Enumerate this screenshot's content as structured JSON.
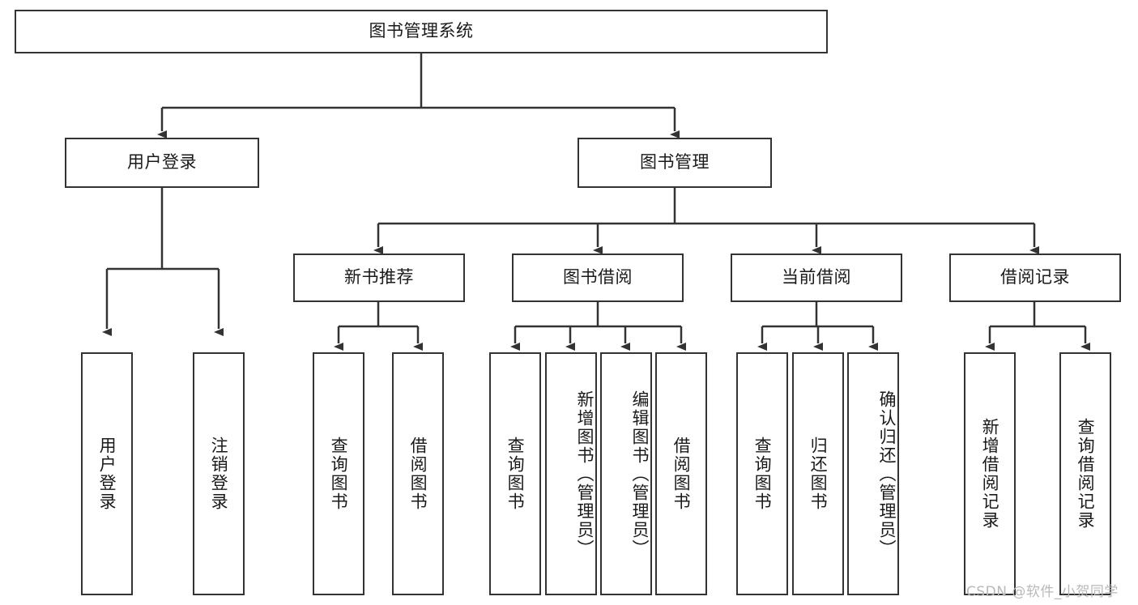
{
  "diagram": {
    "title": "图书管理系统",
    "type": "tree-hierarchy",
    "root": {
      "id": "root",
      "label": "图书管理系统"
    },
    "level2": [
      {
        "id": "user-login",
        "label": "用户登录"
      },
      {
        "id": "book-manage",
        "label": "图书管理"
      }
    ],
    "level3": [
      {
        "id": "new-book-rec",
        "label": "新书推荐",
        "parent": "book-manage"
      },
      {
        "id": "book-borrow",
        "label": "图书借阅",
        "parent": "book-manage"
      },
      {
        "id": "current-borrow",
        "label": "当前借阅",
        "parent": "book-manage"
      },
      {
        "id": "borrow-record",
        "label": "借阅记录",
        "parent": "book-manage"
      }
    ],
    "leaves": {
      "user_login": [
        {
          "id": "leaf-user-login",
          "label": "用户登录"
        },
        {
          "id": "leaf-logout",
          "label": "注销登录"
        }
      ],
      "new_book_rec": [
        {
          "id": "leaf-query-book-1",
          "label": "查询图书"
        },
        {
          "id": "leaf-borrow-book-1",
          "label": "借阅图书"
        }
      ],
      "book_borrow": [
        {
          "id": "leaf-query-book-2",
          "label": "查询图书"
        },
        {
          "id": "leaf-add-book",
          "label": "新增图书（管理员）"
        },
        {
          "id": "leaf-edit-book",
          "label": "编辑图书（管理员）"
        },
        {
          "id": "leaf-borrow-book-2",
          "label": "借阅图书"
        }
      ],
      "current_borrow": [
        {
          "id": "leaf-query-book-3",
          "label": "查询图书"
        },
        {
          "id": "leaf-return-book",
          "label": "归还图书"
        },
        {
          "id": "leaf-confirm-return",
          "label": "确认归还（管理员）"
        }
      ],
      "borrow_record": [
        {
          "id": "leaf-add-record",
          "label": "新增借阅记录"
        },
        {
          "id": "leaf-query-record",
          "label": "查询借阅记录"
        }
      ]
    }
  },
  "watermark": {
    "text": "CSDN @软件_小贺同学"
  },
  "colors": {
    "border": "#333333",
    "text": "#1a1a1a",
    "background": "#ffffff",
    "watermark": "#b9b9b9"
  }
}
